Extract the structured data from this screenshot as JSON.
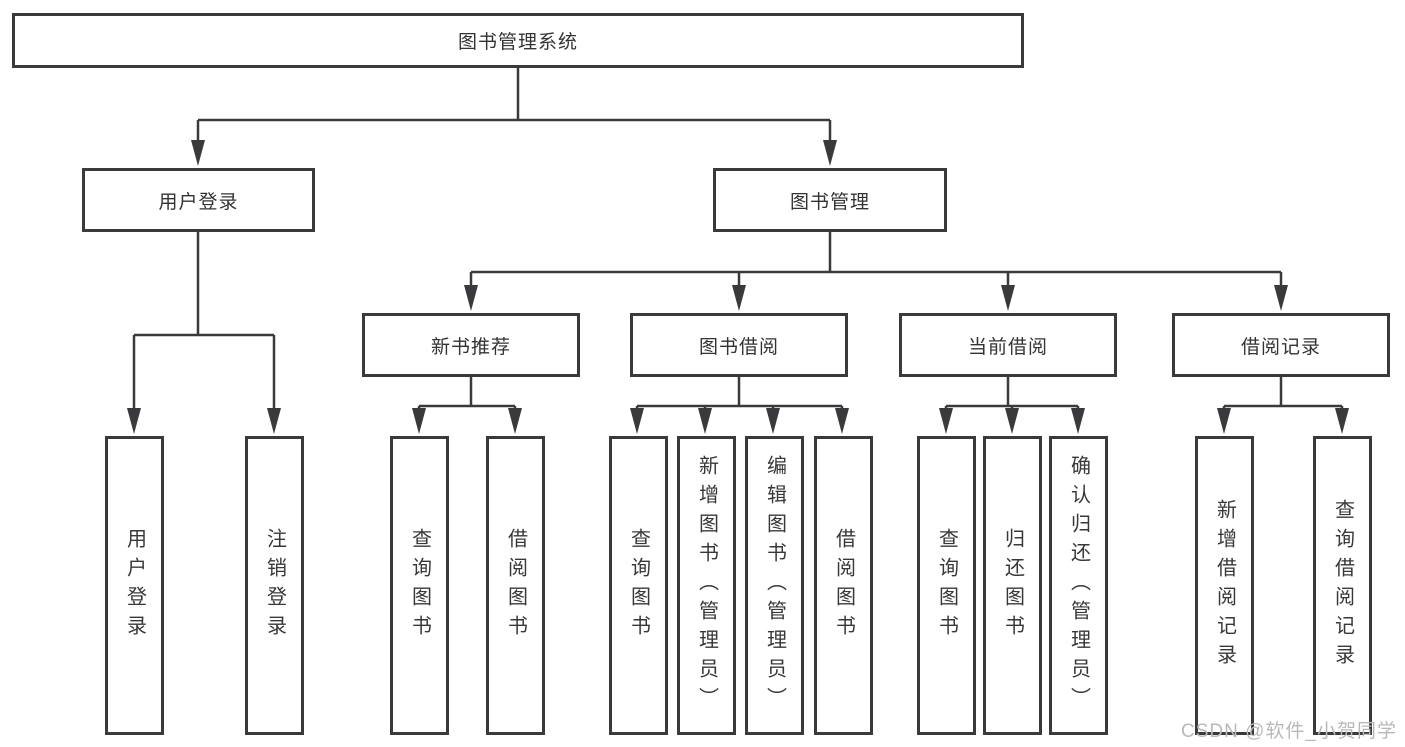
{
  "diagram": {
    "root": {
      "label": "图书管理系统"
    },
    "level2": {
      "user_login": {
        "label": "用户登录"
      },
      "book_management": {
        "label": "图书管理"
      }
    },
    "level3": {
      "new_book_recommend": {
        "label": "新书推荐"
      },
      "book_borrowing": {
        "label": "图书借阅"
      },
      "current_borrowing": {
        "label": "当前借阅"
      },
      "borrowing_records": {
        "label": "借阅记录"
      }
    },
    "leaves": {
      "user_login": {
        "label": "用户登录"
      },
      "logout": {
        "label": "注销登录"
      },
      "query_books_newrec": {
        "label": "查询图书"
      },
      "borrow_books_newrec": {
        "label": "借阅图书"
      },
      "query_books_borrow": {
        "label": "查询图书"
      },
      "add_books_admin": {
        "label": "新增图书（管理员）"
      },
      "edit_books_admin": {
        "label": "编辑图书（管理员）"
      },
      "borrow_books_borrow": {
        "label": "借阅图书"
      },
      "query_books_current": {
        "label": "查询图书"
      },
      "return_books": {
        "label": "归还图书"
      },
      "confirm_return_admin": {
        "label": "确认归还（管理员）"
      },
      "add_borrow_record": {
        "label": "新增借阅记录"
      },
      "query_borrow_record": {
        "label": "查询借阅记录"
      }
    }
  },
  "watermark": "CSDN @软件_小贺同学",
  "colors": {
    "line": "#3a3a3c",
    "node_border": "#3a3a3c",
    "text": "#333335",
    "watermark": "#b9b9b9",
    "background": "#ffffff"
  }
}
